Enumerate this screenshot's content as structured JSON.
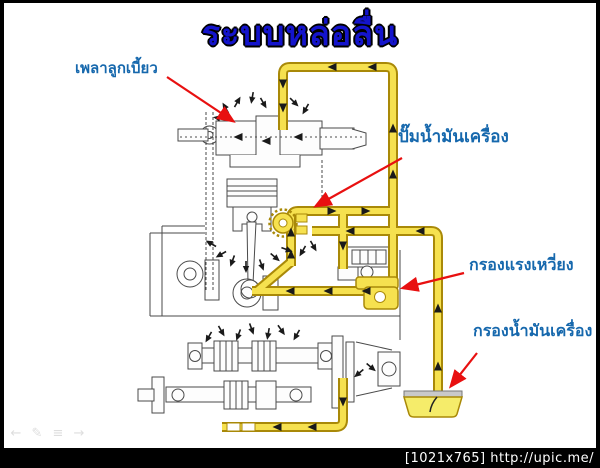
{
  "title": {
    "text": "ระบบหล่อลื่น"
  },
  "labels": {
    "camshaft": {
      "text": "เพลาลูกเบี้ยว"
    },
    "oil_pump": {
      "text": "ปั๊มน้ำมันเครื่อง"
    },
    "centrifugal_filter": {
      "text": "กรองแรงเหวี่ยง"
    },
    "oil_filter": {
      "text": "กรองน้ำมันเครื่อง"
    }
  },
  "watermark": {
    "text": "[1021x765] http://upic.me/"
  },
  "presenter_controls": {
    "icons": [
      {
        "name": "back-arrow-icon",
        "glyph": "←"
      },
      {
        "name": "pen-icon",
        "glyph": "✎"
      },
      {
        "name": "menu-icon",
        "glyph": "≡"
      },
      {
        "name": "forward-arrow-icon",
        "glyph": "→"
      }
    ]
  },
  "colors": {
    "title_blue": "#1414CC",
    "label_blue": "#1668AD",
    "oil_yellow": "#F6E14F",
    "oil_outline": "#A98908",
    "pointer_red": "#E81010",
    "line_art": "#4A4A4A",
    "watermark_bg": "#000000",
    "watermark_text": "#FFFFFF"
  }
}
